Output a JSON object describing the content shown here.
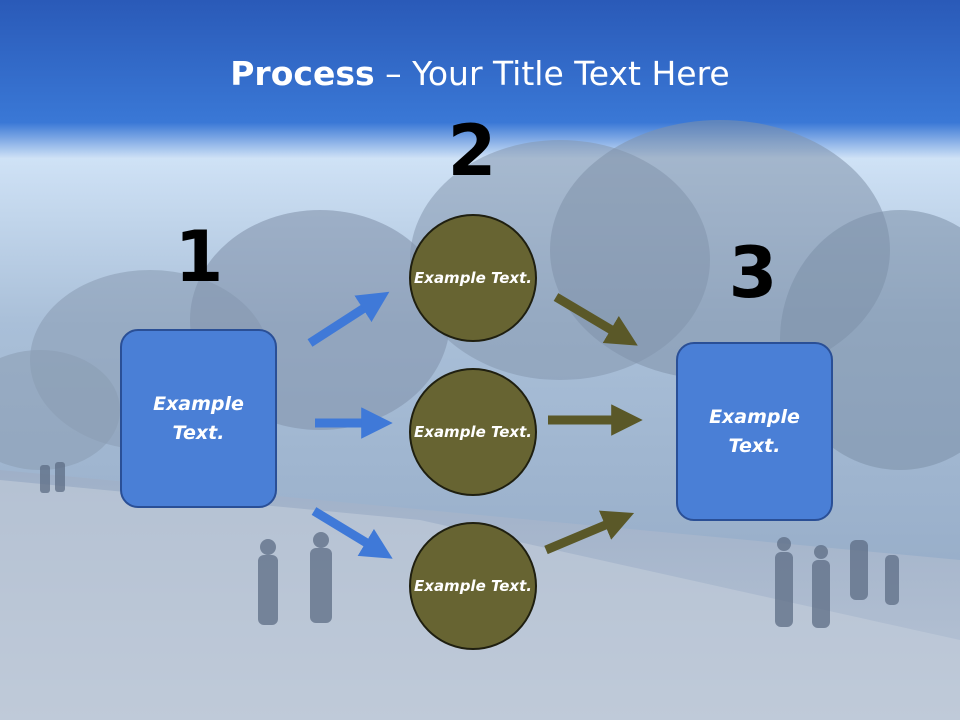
{
  "slide": {
    "title_bold": "Process",
    "title_rest": " – Your Title Text Here"
  },
  "steps": {
    "n1": "1",
    "n2": "2",
    "n3": "3",
    "box_left": "Example Text.",
    "box_right": "Example Text.",
    "circle_top": "Example Text.",
    "circle_mid": "Example Text.",
    "circle_bot": "Example Text."
  },
  "colors": {
    "title_band": "#2f6fd0",
    "box_fill": "#4a7fd6",
    "circle_fill": "#676432",
    "arrow_blue": "#4a7fd6",
    "arrow_olive": "#5c5a2a"
  }
}
